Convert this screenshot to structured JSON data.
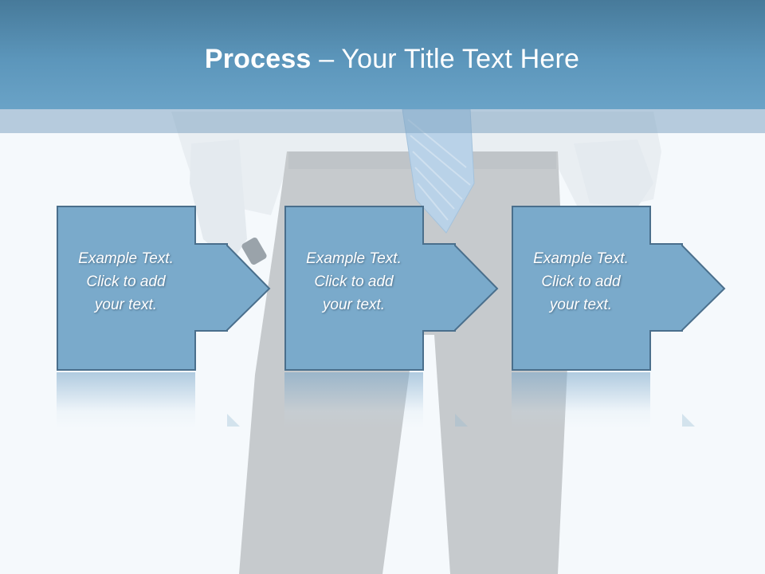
{
  "title": {
    "bold": "Process",
    "rest": " – Your Title Text Here"
  },
  "steps": [
    {
      "line1": "Example Text.",
      "line2": "Click  to add",
      "line3": "your text."
    },
    {
      "line1": "Example Text.",
      "line2": "Click  to add",
      "line3": "your text."
    },
    {
      "line1": "Example Text.",
      "line2": "Click  to add",
      "line3": "your text."
    }
  ],
  "colors": {
    "header": "#5c96bb",
    "box_fill": "#7aaacb",
    "box_stroke": "#4a6f8c",
    "background": "#f5f9fc"
  }
}
